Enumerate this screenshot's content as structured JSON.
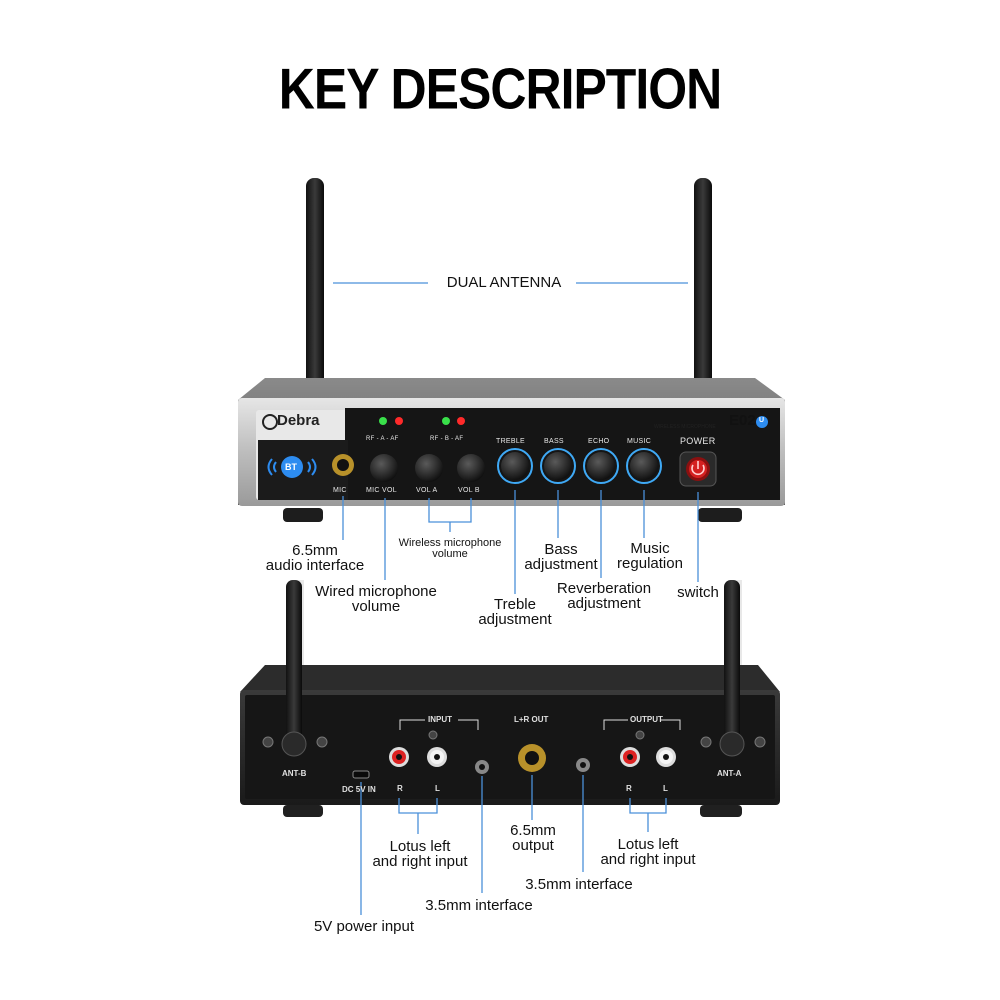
{
  "title": "KEY DESCRIPTION",
  "antenna_label": "DUAL ANTENNA",
  "front_panel": {
    "brand": "Debra",
    "model": "E02",
    "model_badge": "U",
    "product_type": "WIRELESS MICROPHONE",
    "bt_badge": "BT",
    "rf_a": "RF - A - AF",
    "rf_b": "RF - B - AF",
    "knob_top_labels": [
      "TREBLE",
      "BASS",
      "ECHO",
      "MUSIC"
    ],
    "power_label": "POWER",
    "jack_labels": [
      "MIC",
      "MIC VOL",
      "VOL A",
      "VOL B"
    ]
  },
  "front_callouts": {
    "mic_jack": [
      "6.5mm",
      "audio interface"
    ],
    "mic_vol": [
      "Wired microphone",
      "volume"
    ],
    "wireless_vol": [
      "Wireless microphone",
      "volume"
    ],
    "treble": [
      "Treble",
      "adjustment"
    ],
    "bass": [
      "Bass",
      "adjustment"
    ],
    "echo": [
      "Reverberation",
      "adjustment"
    ],
    "music": [
      "Music",
      "regulation"
    ],
    "power": [
      "switch"
    ]
  },
  "rear_panel": {
    "input_label": "INPUT",
    "lr_out_label": "L+R OUT",
    "output_label": "OUTPUT",
    "ant_b": "ANT-B",
    "ant_a": "ANT-A",
    "dc_in": "DC 5V IN",
    "r": "R",
    "l": "L"
  },
  "rear_callouts": {
    "lotus_in": [
      "Lotus left",
      "and right input"
    ],
    "out_65": [
      "6.5mm",
      "output"
    ],
    "lotus_out": [
      "Lotus left",
      "and right input"
    ],
    "iface_35_right": "3.5mm interface",
    "iface_35_left": "3.5mm interface",
    "power_5v": "5V power input"
  },
  "colors": {
    "callout_line": "#4a90d9",
    "chassis": "#c9c9c9",
    "panel": "#151515",
    "led_green": "#39e04a",
    "led_red": "#ff2a2a",
    "bt_blue": "#2d8cf0",
    "knob_ring": "#3fa9f5"
  }
}
